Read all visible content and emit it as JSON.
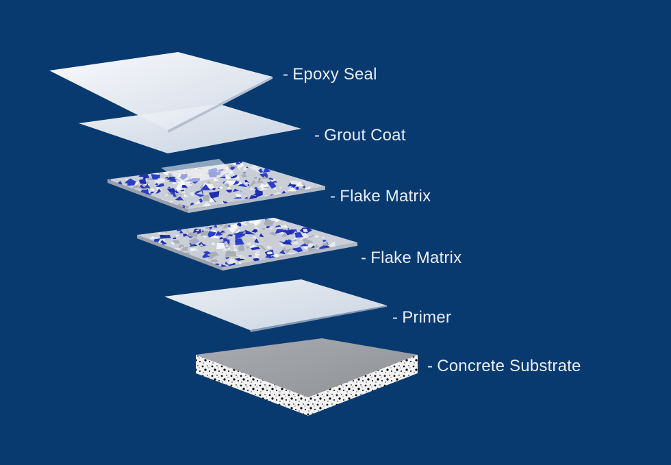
{
  "background_color": "#083a70",
  "label_color": "#e8edf5",
  "layers": [
    {
      "id": "epoxy-seal",
      "label": "Epoxy Seal",
      "type": "clear-sheet"
    },
    {
      "id": "grout-coat",
      "label": "Grout Coat",
      "type": "clear-sheet"
    },
    {
      "id": "flake-matrix-1",
      "label": "Flake Matrix",
      "type": "flake"
    },
    {
      "id": "flake-matrix-2",
      "label": "Flake Matrix",
      "type": "flake"
    },
    {
      "id": "primer",
      "label": "Primer",
      "type": "clear-sheet"
    },
    {
      "id": "concrete-substrate",
      "label": "Concrete Substrate",
      "type": "concrete"
    }
  ],
  "label_prefix": "-",
  "flake_colors": [
    "#1f2fb0",
    "#2a3ec8",
    "#e6e8ee",
    "#c9cdd6",
    "#a9adb6",
    "#f4f5f8"
  ]
}
